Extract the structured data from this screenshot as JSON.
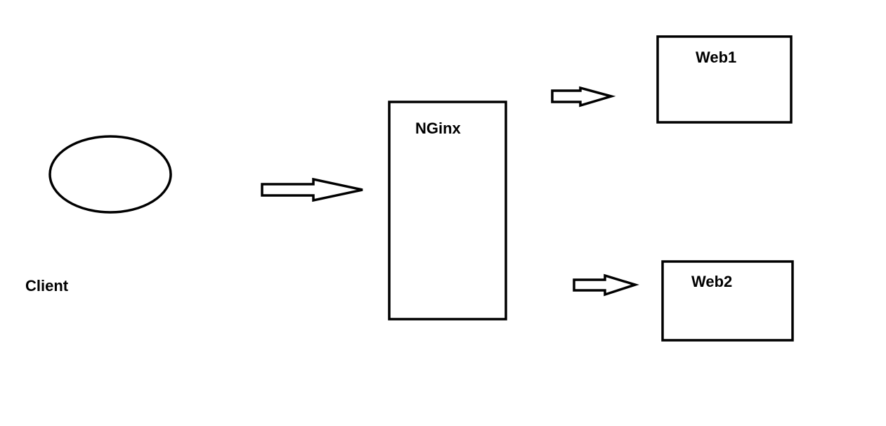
{
  "nodes": {
    "client": {
      "label": "Client"
    },
    "nginx": {
      "label": "NGinx"
    },
    "web1": {
      "label": "Web1"
    },
    "web2": {
      "label": "Web2"
    }
  },
  "edges": [
    {
      "from": "client",
      "to": "nginx"
    },
    {
      "from": "nginx",
      "to": "web1"
    },
    {
      "from": "nginx",
      "to": "web2"
    }
  ],
  "colors": {
    "stroke": "#000000",
    "background": "#ffffff"
  }
}
